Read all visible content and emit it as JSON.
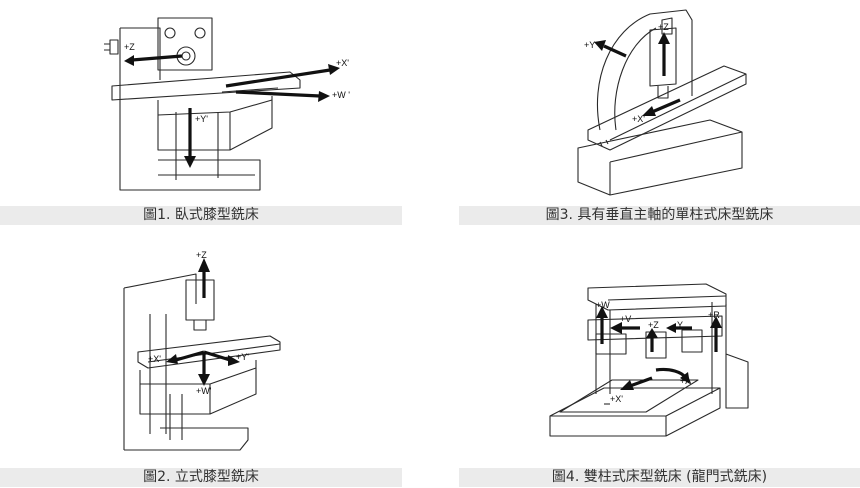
{
  "figures": [
    {
      "caption": "圖1. 臥式膝型銑床",
      "axes": [
        "+Z",
        "+X'",
        "+W '",
        "+Y'"
      ]
    },
    {
      "caption": "圖3. 具有垂直主軸的單柱式床型銑床",
      "axes": [
        "+Y",
        "+Z",
        "+X'"
      ]
    },
    {
      "caption": "圖2. 立式膝型銑床",
      "axes": [
        "+Z",
        "+X'",
        "+Y'",
        "+W'"
      ]
    },
    {
      "caption": "圖4. 雙柱式床型銑床 (龍門式銑床)",
      "axes": [
        "+W",
        "+V",
        "+Z",
        "→Y",
        "+R",
        "+A",
        "+X'"
      ]
    }
  ]
}
